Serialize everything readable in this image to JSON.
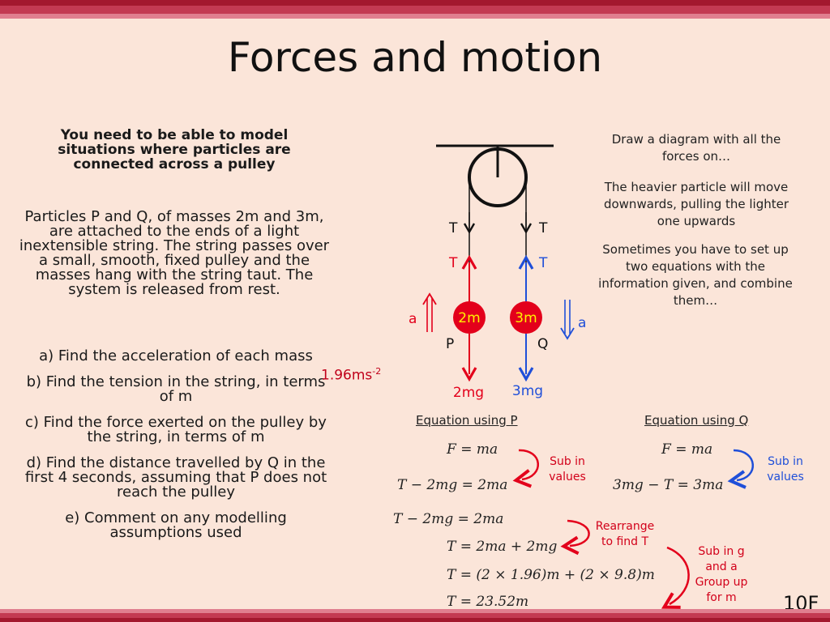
{
  "title": "Forces and motion",
  "intro": "You need to be able to model situations where particles are connected across a pulley",
  "problem": "Particles P and Q, of masses 2m and 3m, are attached to the ends of a light inextensible string. The string passes over a small, smooth, fixed pulley and the masses hang with the string taut. The system is released from rest.",
  "questions": {
    "a": "a) Find the acceleration of each mass",
    "b": "b) Find the tension in the string, in terms of m",
    "c": "c) Find the force exerted on the pulley by the string, in terms of m",
    "d": "d) Find the distance travelled by Q in the first 4 seconds, assuming that P does not reach the pulley",
    "e": "e) Comment on any modelling assumptions used"
  },
  "answer_a": {
    "value": "1.96ms",
    "exp": "-2"
  },
  "notes": [
    "Draw a diagram with all the forces on…",
    "The heavier particle will move downwards, pulling the lighter one upwards",
    "Sometimes you have to set up two equations with the information given, and combine them…"
  ],
  "diagram": {
    "mass_p": "2m",
    "mass_q": "3m",
    "label_p": "P",
    "label_q": "Q",
    "tension_upper_left": "T",
    "tension_upper_right": "T",
    "tension_lower_left": "T",
    "tension_lower_right": "T",
    "accel_left": "a",
    "accel_right": "a",
    "weight_p": "2mg",
    "weight_q": "3mg",
    "colors": {
      "red": "#e3001b",
      "blue": "#1f4fd9"
    }
  },
  "equations_p": {
    "heading": "Equation using P",
    "line1": "F = ma",
    "line2": "T − 2mg = 2ma",
    "annotation": "Sub in values"
  },
  "equations_q": {
    "heading": "Equation using Q",
    "line1": "F = ma",
    "line2": "3mg − T = 3ma",
    "annotation": "Sub in values"
  },
  "working": {
    "line1": "T − 2mg = 2ma",
    "line2": "T = 2ma + 2mg",
    "line3": "T = (2 × 1.96)m + (2 × 9.8)m",
    "line4": "T = 23.52m",
    "annotation1": "Rearrange to find T",
    "annotation2": "Sub in g and a Group up for m"
  },
  "slide_code": "10F"
}
